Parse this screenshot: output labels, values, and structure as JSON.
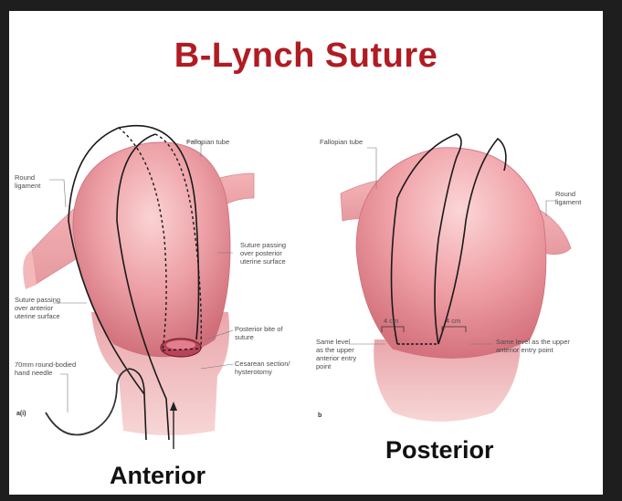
{
  "title": "B-Lynch Suture",
  "anterior": {
    "caption": "Anterior",
    "panel_tag": "a(i)",
    "labels": {
      "fallopian_tube": "Fallopian tube",
      "round_ligament": "Round\nligament",
      "suture_posterior": "Suture passing\nover posterior\nuterine surface",
      "suture_anterior": "Suture passing\nover anterior\nuterine surface",
      "posterior_bite": "Posterior bite of\nsuture",
      "cesarean": "Cesarean section/\nhysterotomy",
      "needle": "70mm round-bodied\nhand needle"
    }
  },
  "posterior": {
    "caption": "Posterior",
    "panel_tag": "b",
    "labels": {
      "fallopian_tube": "Fallopian tube",
      "round_ligament": "Round\nligament",
      "same_level_left": "Same level\nas the upper\nanterior entry\npoint",
      "same_level_right": "Same level as the upper\nanterior entry point",
      "dist_left": "4 cm",
      "dist_right": "4 cm"
    }
  },
  "colors": {
    "title": "#b01c22",
    "uterus": "#e58a93",
    "uterus_light": "#f6c3c6",
    "suture": "#1a1a1a"
  }
}
